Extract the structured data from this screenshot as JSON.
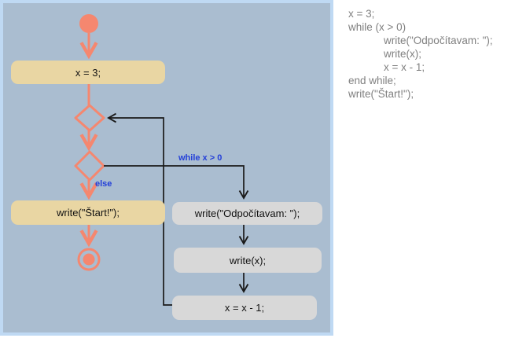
{
  "diagram": {
    "nodes": {
      "assign_x": "x = 3;",
      "write_start": "write(\"Štart!\");",
      "write_odpocitavam": "write(\"Odpočítavam: \");",
      "write_x": "write(x);",
      "decrement": "x = x - 1;"
    },
    "labels": {
      "while_guard": "while x > 0",
      "else_guard": "else"
    },
    "colors": {
      "panel_bg": "#aabdd0",
      "panel_border": "#bfd9f3",
      "flow_accent": "#f5876f",
      "action_fill": "#e9d6a3",
      "loop_action_fill": "#d8d8d8",
      "guard_text": "#2440d8",
      "connector": "#1a1a1a",
      "code_text": "#808080"
    }
  },
  "code": {
    "lines": [
      "x = 3;",
      "while (x > 0)",
      "write(\"Odpočítavam: \");",
      "write(x);",
      "x = x - 1;",
      "end while;",
      "write(\"Štart!\");"
    ]
  }
}
